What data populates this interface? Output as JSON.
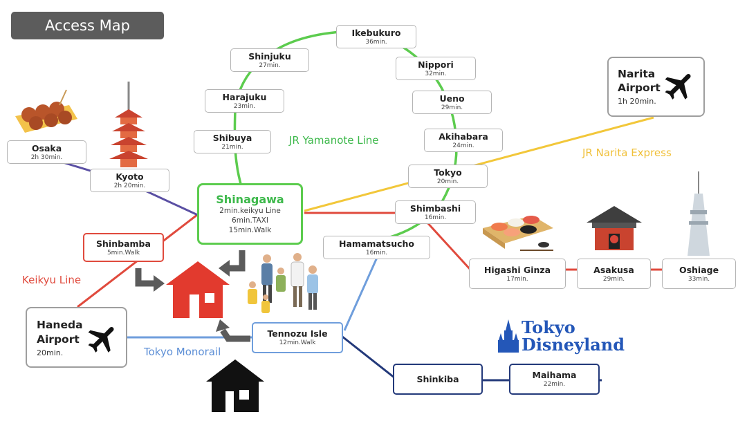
{
  "title": "Access Map",
  "lines": {
    "yamanote": {
      "label": "JR Yamanote Line",
      "color": "#5ccc4e"
    },
    "narita_express": {
      "label": "JR Narita Express",
      "color": "#f2c73a"
    },
    "keikyu": {
      "label": "Keikyu Line",
      "color": "#e04a3d"
    },
    "monorail": {
      "label": "Tokyo Monorail",
      "color": "#6f9edc"
    },
    "purple": {
      "color": "#5a4fa3"
    },
    "navy": {
      "color": "#23397a"
    }
  },
  "stations": {
    "ikebukuro": {
      "name": "Ikebukuro",
      "time": "36min."
    },
    "shinjuku": {
      "name": "Shinjuku",
      "time": "27min."
    },
    "nippori": {
      "name": "Nippori",
      "time": "32min."
    },
    "harajuku": {
      "name": "Harajuku",
      "time": "23min."
    },
    "ueno": {
      "name": "Ueno",
      "time": "29min."
    },
    "shibuya": {
      "name": "Shibuya",
      "time": "21min."
    },
    "akihabara": {
      "name": "Akihabara",
      "time": "24min."
    },
    "tokyo": {
      "name": "Tokyo",
      "time": "20min."
    },
    "shimbashi": {
      "name": "Shimbashi",
      "time": "16min."
    },
    "hamamatsucho": {
      "name": "Hamamatsucho",
      "time": "16min."
    },
    "osaka": {
      "name": "Osaka",
      "time": "2h 30min."
    },
    "kyoto": {
      "name": "Kyoto",
      "time": "2h 20min."
    },
    "shinbamba": {
      "name": "Shinbamba",
      "time": "5min.Walk"
    },
    "higashi_ginza": {
      "name": "Higashi Ginza",
      "time": "17min."
    },
    "asakusa": {
      "name": "Asakusa",
      "time": "29min."
    },
    "oshiage": {
      "name": "Oshiage",
      "time": "33min."
    },
    "tennozu_isle": {
      "name": "Tennozu Isle",
      "time": "12min.Walk"
    },
    "shinkiba": {
      "name": "Shinkiba",
      "time": ""
    },
    "maihama": {
      "name": "Maihama",
      "time": "22min."
    }
  },
  "shinagawa": {
    "name": "Shinagawa",
    "lines": [
      "2min.keikyu Line",
      "6min.TAXI",
      "15min.Walk"
    ]
  },
  "airports": {
    "narita": {
      "name_line1": "Narita",
      "name_line2": "Airport",
      "time": "1h 20min."
    },
    "haneda": {
      "name_line1": "Haneda",
      "name_line2": "Airport",
      "time": "20min."
    }
  },
  "disney_logo": {
    "line1": "Tokyo",
    "line2": "Disneyland"
  },
  "icons": [
    "plane-icon",
    "house-icon",
    "curved-arrow-icon",
    "pagoda-icon",
    "takoyaki-icon",
    "sushi-icon",
    "temple-icon",
    "tower-icon",
    "travelers-icon"
  ]
}
